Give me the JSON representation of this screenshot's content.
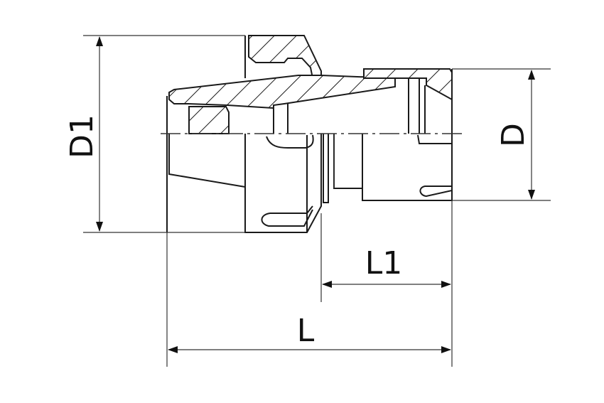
{
  "drawing": {
    "dimensions": {
      "d1": "D1",
      "d": "D",
      "l1": "L1",
      "l": "L"
    },
    "line_color": "#1a1a1a"
  }
}
